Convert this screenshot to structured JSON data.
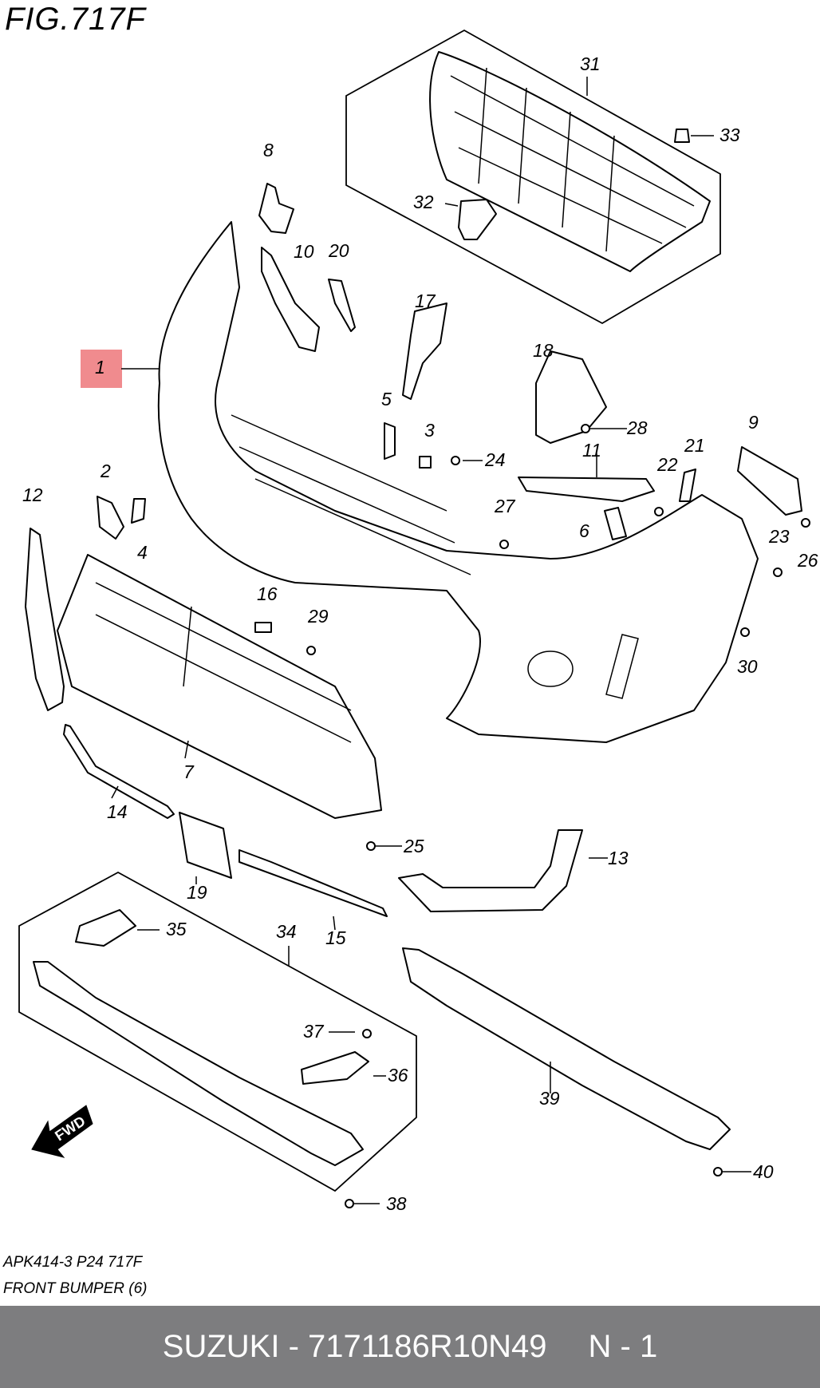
{
  "figure": {
    "title": "FIG.717F",
    "caption_code": "APK414-3 P24 717F",
    "caption_name": "FRONT BUMPER (6)"
  },
  "footer": {
    "part_info": "SUZUKI - 7171186R10N49",
    "position": "N - 1"
  },
  "highlight": {
    "callout": "1",
    "color": "#f08b8e"
  },
  "callouts": [
    "1",
    "2",
    "3",
    "4",
    "5",
    "6",
    "7",
    "8",
    "9",
    "10",
    "11",
    "12",
    "13",
    "14",
    "15",
    "16",
    "17",
    "18",
    "19",
    "20",
    "21",
    "22",
    "23",
    "24",
    "25",
    "26",
    "27",
    "28",
    "29",
    "30",
    "31",
    "32",
    "33",
    "34",
    "35",
    "36",
    "37",
    "38",
    "39",
    "40"
  ],
  "fwd_label": "FWD"
}
